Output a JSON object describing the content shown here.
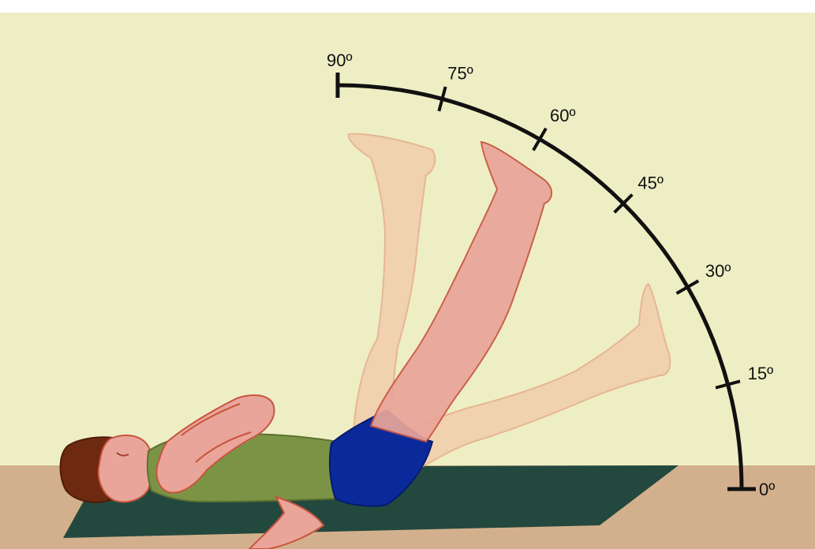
{
  "title": "",
  "protractor": {
    "ticks": [
      {
        "deg": 0,
        "label": "0º"
      },
      {
        "deg": 15,
        "label": "15º"
      },
      {
        "deg": 30,
        "label": "30º"
      },
      {
        "deg": 45,
        "label": "45º"
      },
      {
        "deg": 60,
        "label": "60º"
      },
      {
        "deg": 75,
        "label": "75º"
      },
      {
        "deg": 90,
        "label": "90º"
      }
    ]
  },
  "colors": {
    "wall": "#eeeec5",
    "floor": "#d3b08d",
    "mat": "#23493e",
    "shirt": "#7b9345",
    "shorts": "#0a2a9b",
    "hair": "#6e2a10",
    "skin": "#e9a59a",
    "skin_outline": "#c8543e",
    "ghost_skin": "#f2c7a8",
    "ghost_outline": "#e3a27d",
    "arc": "#111111"
  }
}
